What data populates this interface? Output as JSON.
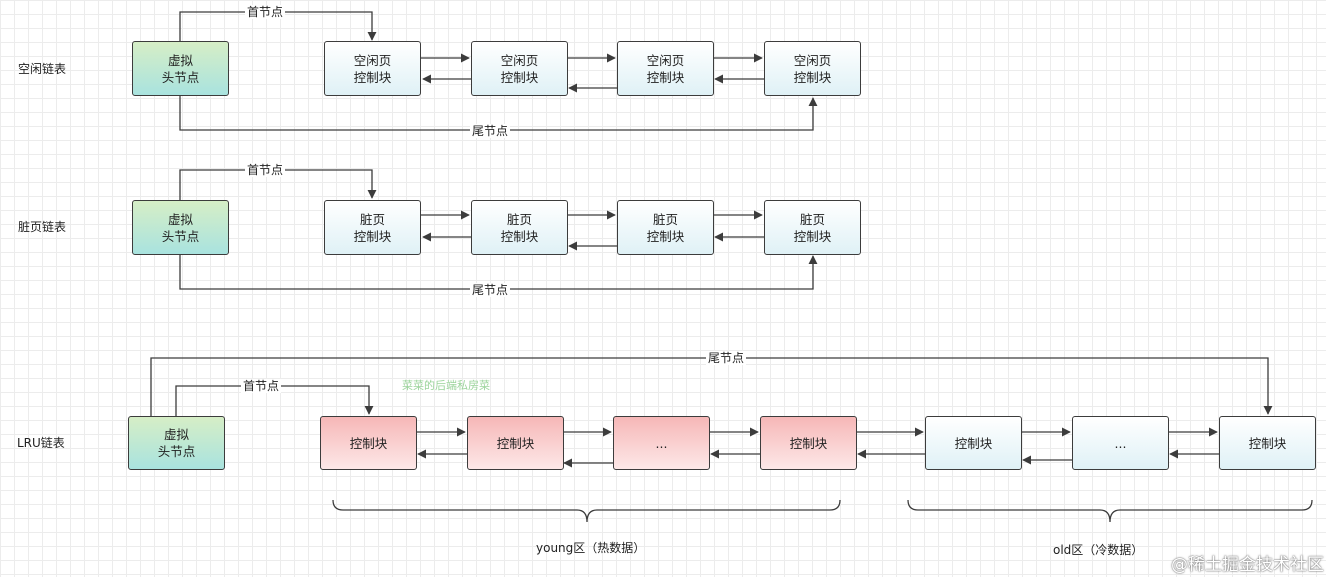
{
  "free_list": {
    "label": "空闲链表",
    "head": [
      "虚拟",
      "头节点"
    ],
    "node": [
      "空闲页",
      "控制块"
    ],
    "first_edge": "首节点",
    "tail_edge": "尾节点"
  },
  "dirty_list": {
    "label": "脏页链表",
    "head": [
      "虚拟",
      "头节点"
    ],
    "node": [
      "脏页",
      "控制块"
    ],
    "first_edge": "首节点",
    "tail_edge": "尾节点"
  },
  "lru_list": {
    "label": "LRU链表",
    "head": [
      "虚拟",
      "头节点"
    ],
    "first_edge": "首节点",
    "tail_edge": "尾节点",
    "young_nodes": [
      "控制块",
      "控制块",
      "...",
      "控制块"
    ],
    "old_nodes": [
      "控制块",
      "...",
      "控制块"
    ],
    "young_label": "young区（热数据）",
    "old_label": "old区（冷数据）",
    "watermark_green": "菜菜的后端私房菜"
  },
  "colors": {
    "head_fill": "#b9e6d4",
    "node_fill": "#e8f6f9",
    "young_fill": "#f8c7c7",
    "stroke": "#3c3c3c"
  },
  "watermark": "@稀土掘金技术社区"
}
